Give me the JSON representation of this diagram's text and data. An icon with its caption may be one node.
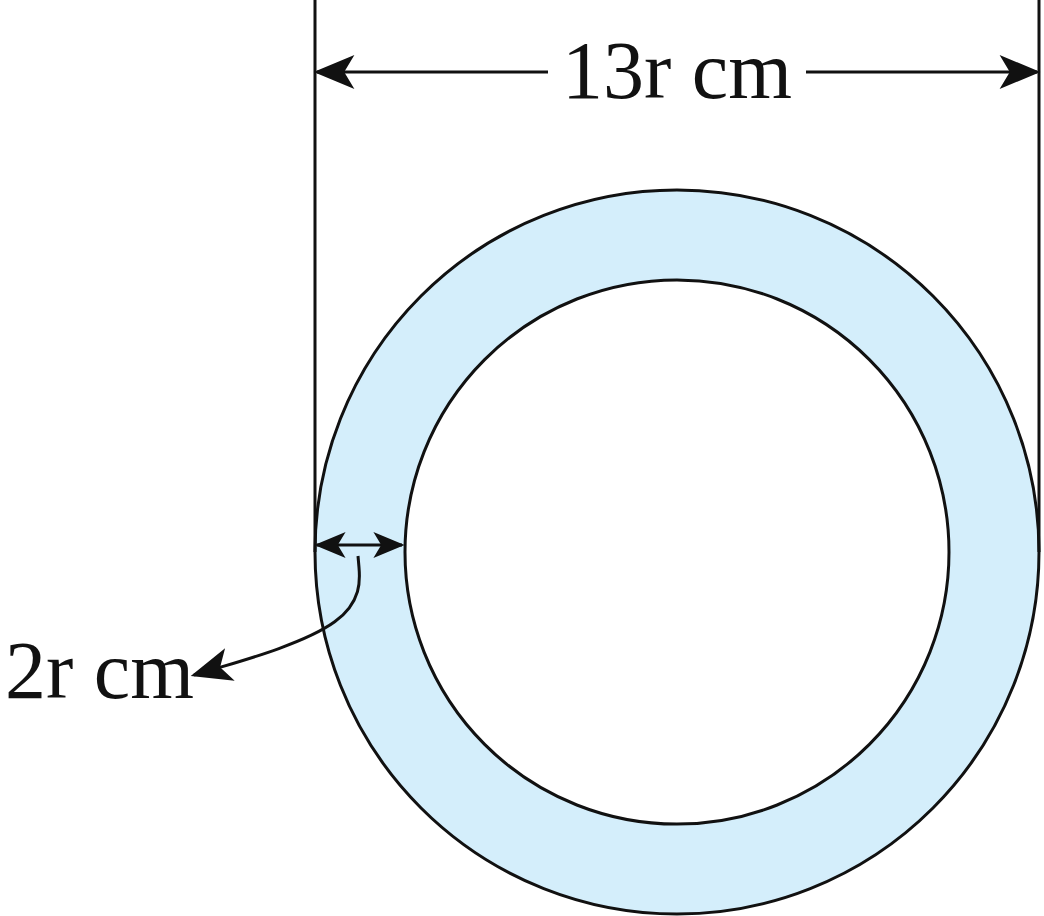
{
  "diagram": {
    "nodes": [
      {
        "text": [],
        "shape": "circle"
      },
      {
        "text": [
          "2r cm"
        ]
      }
    ],
    "edges": [
      {
        "from": 0,
        "to": 1,
        "arrow": "to"
      }
    ],
    "labels": [
      "13r cm"
    ]
  }
}
